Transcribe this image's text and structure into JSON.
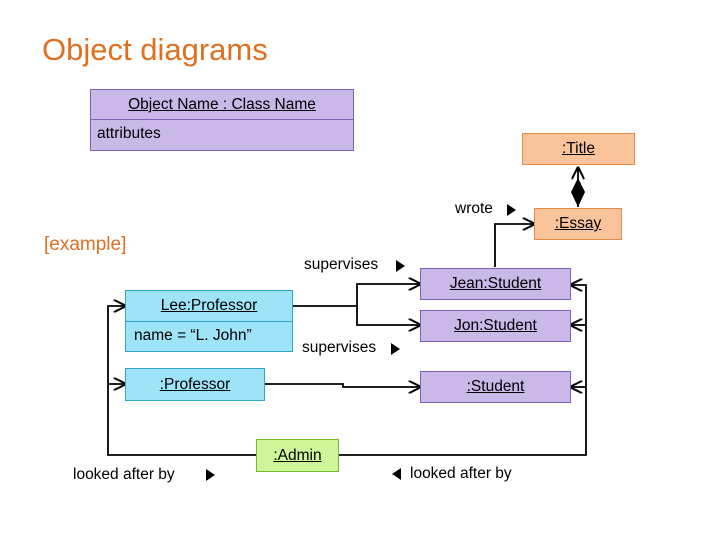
{
  "title": "Object diagrams",
  "notation": {
    "header": "Object Name : Class Name",
    "body": "attributes"
  },
  "example_label": "[example]",
  "objects": {
    "title_obj": ":Title",
    "essay": ":Essay",
    "jean": "Jean:Student",
    "jon": "Jon:Student",
    "lee": "Lee:Professor",
    "lee_attr": "name = “L. John”",
    "professor": ":Professor",
    "student": ":Student",
    "admin": ":Admin"
  },
  "links": {
    "wrote": "wrote",
    "supervises_top": "supervises",
    "supervises_bottom": "supervises",
    "looked_after_left": "looked after by",
    "looked_after_right": "looked after by"
  },
  "colors": {
    "title": "#e07020",
    "student_fill": "#c9b8e8",
    "professor_fill": "#9fe3f7",
    "essay_fill": "#f9c39c",
    "admin_fill": "#cff59a"
  }
}
